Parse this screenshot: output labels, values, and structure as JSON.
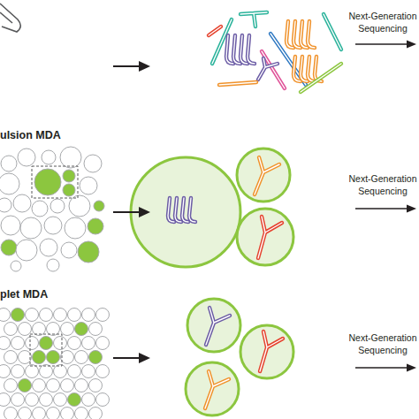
{
  "diagram": {
    "labels": [
      "Next-Generation Sequencing",
      "ulsion MDA",
      "Next-Generation Sequencing",
      "plet MDA",
      "Next-Generation Sequencing"
    ]
  }
}
